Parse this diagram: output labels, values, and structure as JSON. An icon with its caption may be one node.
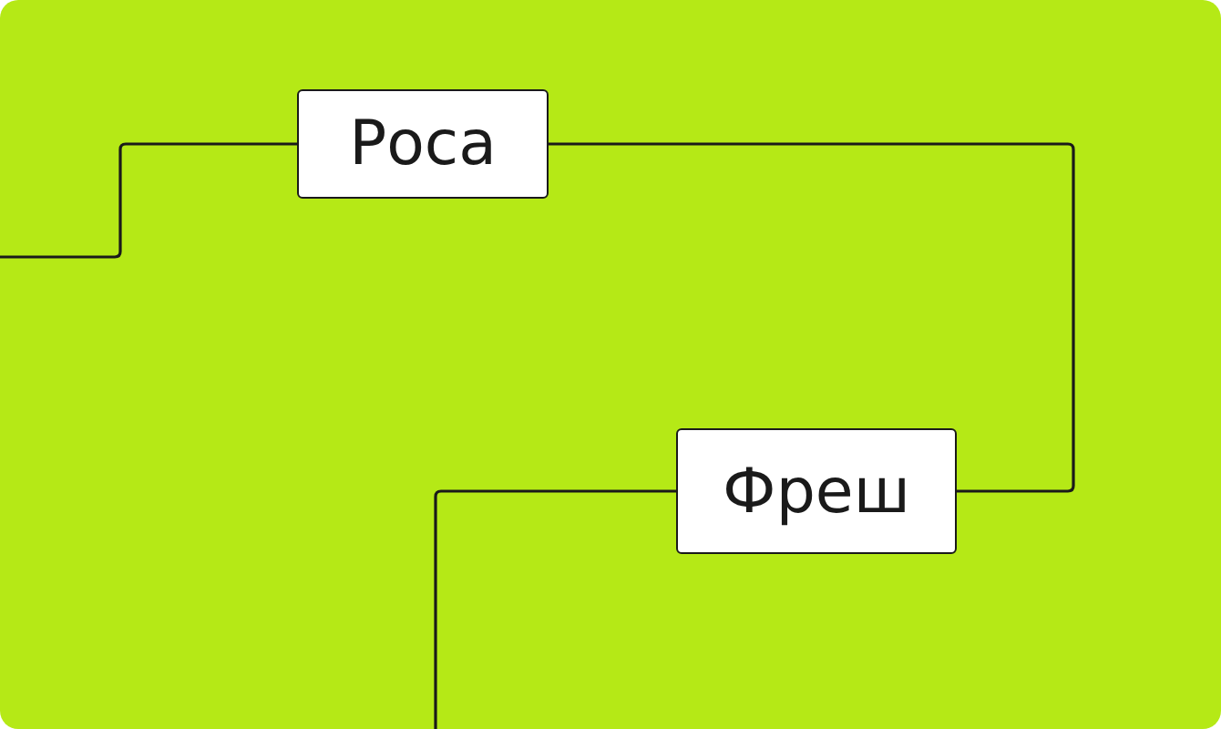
{
  "diagram": {
    "nodes": [
      {
        "text": [
          "Роса"
        ]
      },
      {
        "text": [
          "Фреш"
        ]
      }
    ],
    "edges": [
      {
        "from": null,
        "to": 0,
        "arrow": "none"
      },
      {
        "from": 0,
        "to": 1,
        "arrow": "none"
      },
      {
        "from": 1,
        "to": null,
        "arrow": "none"
      }
    ]
  }
}
